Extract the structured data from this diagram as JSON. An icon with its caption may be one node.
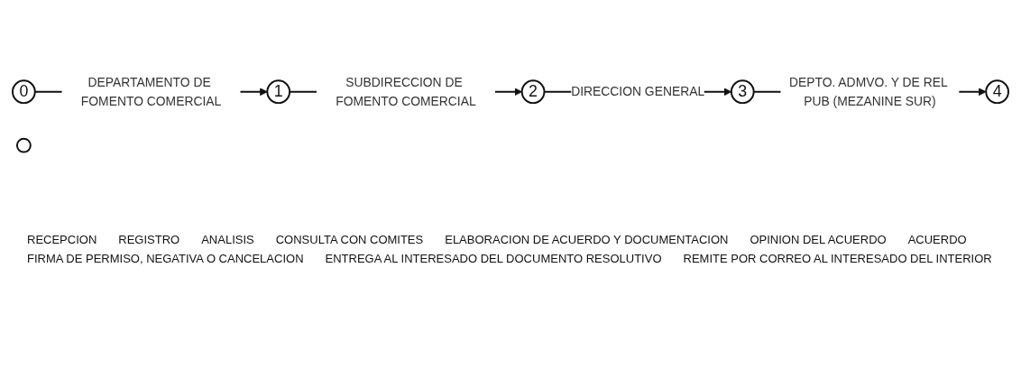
{
  "diagram": {
    "nodes": [
      {
        "text": [
          "0"
        ]
      },
      {
        "text": [
          "1"
        ]
      },
      {
        "text": [
          "2"
        ]
      },
      {
        "text": [
          "3"
        ]
      },
      {
        "text": [
          "4"
        ]
      },
      {
        "text": [],
        "shape": "circle"
      }
    ],
    "edges": [
      {
        "from": 0,
        "to": 1,
        "arrow": "to",
        "label": "DEPARTAMENTO DE FOMENTO COMERCIAL"
      },
      {
        "from": 1,
        "to": 2,
        "arrow": "to",
        "label": "SUBDIRECCION DE FOMENTO COMERCIAL"
      },
      {
        "from": 2,
        "to": 3,
        "arrow": "to",
        "label": "DIRECCION GENERAL"
      },
      {
        "from": 3,
        "to": 4,
        "arrow": "to",
        "label": "DEPTO. ADMVO. Y DE REL PUB (MEZANINE SUR)"
      }
    ],
    "labels": [
      "RECEPCION",
      "REGISTRO",
      "ANALISIS",
      "CONSULTA CON COMITES",
      "ELABORACION DE ACUERDO Y DOCUMENTACION",
      "OPINION DEL ACUERDO",
      "ACUERDO",
      "FIRMA DE PERMISO, NEGATIVA O CANCELACION",
      "ENTREGA AL INTERESADO DEL DOCUMENTO RESOLUTIVO",
      "REMITE POR CORREO AL INTERESADO DEL INTERIOR"
    ]
  }
}
